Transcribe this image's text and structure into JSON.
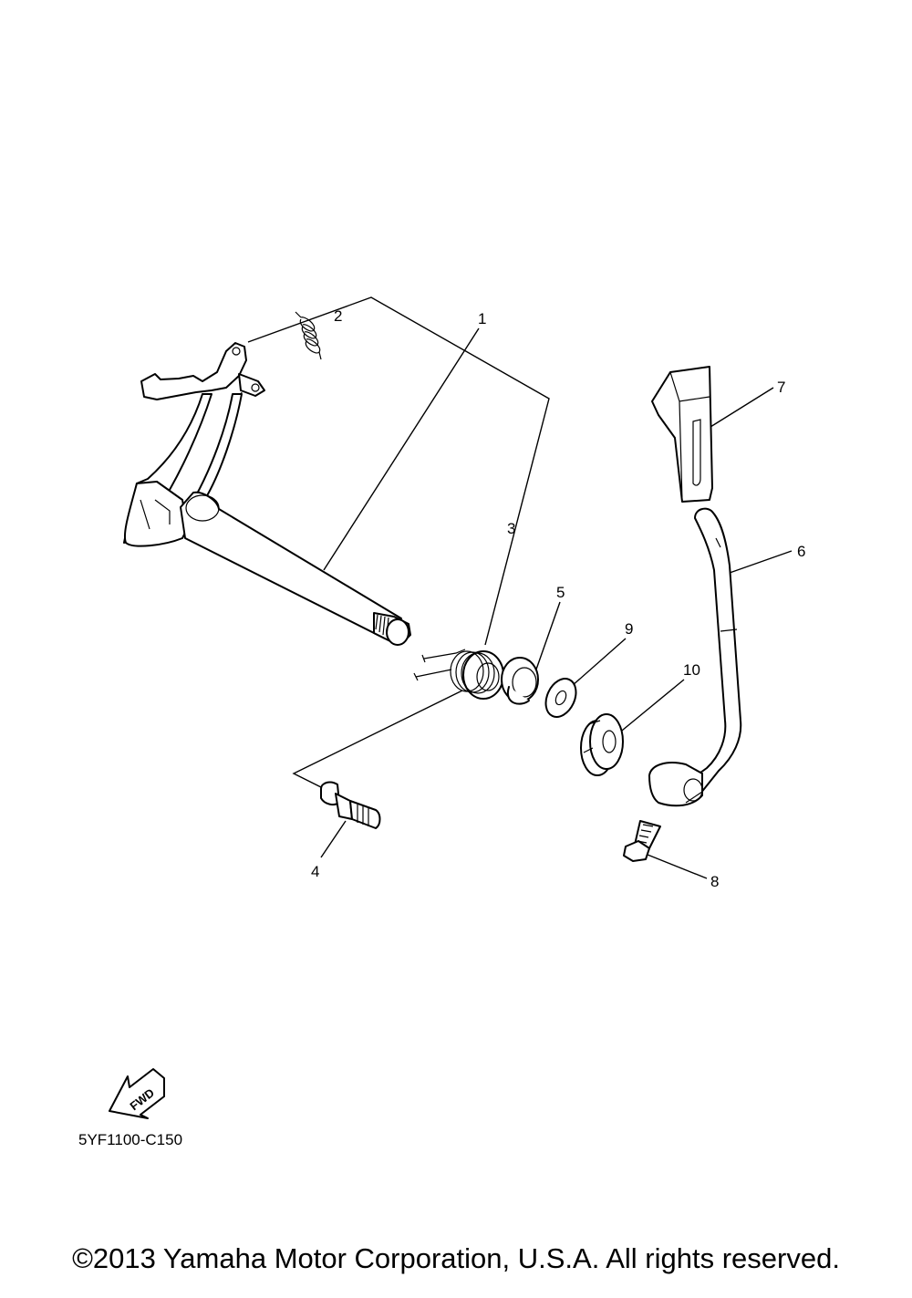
{
  "callouts": [
    "1",
    "2",
    "3",
    "4",
    "5",
    "6",
    "7",
    "8",
    "9",
    "10"
  ],
  "diagram_code": "5YF1100-C150",
  "fwd_label": "FWD",
  "copyright": "©2013 Yamaha Motor Corporation, U.S.A. All rights reserved."
}
